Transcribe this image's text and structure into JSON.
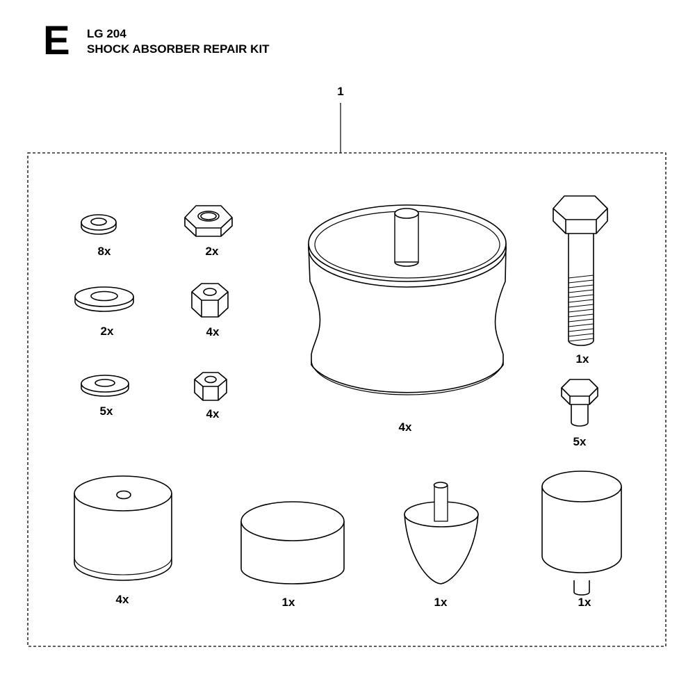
{
  "header": {
    "section_letter": "E",
    "model": "LG 204",
    "kit_name": "SHOCK ABSORBER REPAIR KIT"
  },
  "kit_callout": "1",
  "parts": [
    {
      "id": "washer-small",
      "qty": "8x"
    },
    {
      "id": "washer-large",
      "qty": "2x"
    },
    {
      "id": "washer-mini",
      "qty": "5x"
    },
    {
      "id": "nut-flat",
      "qty": "2x"
    },
    {
      "id": "nut-medium",
      "qty": "4x"
    },
    {
      "id": "nut-small",
      "qty": "4x"
    },
    {
      "id": "mount-spool",
      "qty": "4x"
    },
    {
      "id": "bolt-long",
      "qty": "1x"
    },
    {
      "id": "bolt-short",
      "qty": "5x"
    },
    {
      "id": "cylinder-bushing",
      "qty": "4x"
    },
    {
      "id": "puck-bumper",
      "qty": "1x"
    },
    {
      "id": "cone-bumper",
      "qty": "1x"
    },
    {
      "id": "stud-bumper",
      "qty": "1x"
    }
  ]
}
